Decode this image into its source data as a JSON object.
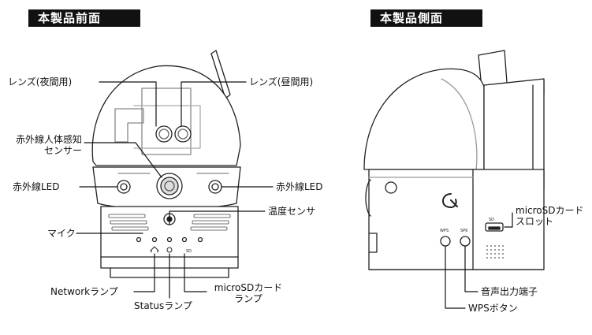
{
  "front": {
    "title": "本製品前面",
    "labels": {
      "lens_night": "レンズ(夜間用)",
      "lens_day": "レンズ(昼間用)",
      "ir_sensor_line1": "赤外線人体感知",
      "ir_sensor_line2": "センサー",
      "ir_led_left": "赤外線LED",
      "ir_led_right": "赤外線LED",
      "temp_sensor": "温度センサ",
      "mic": "マイク",
      "network_lamp": "Networkランプ",
      "status_lamp": "Statusランプ",
      "sd_lamp_line1": "microSDカード",
      "sd_lamp_line2": "ランプ"
    },
    "panel_marks": {
      "sd": "SD"
    }
  },
  "side": {
    "title": "本製品側面",
    "labels": {
      "sd_slot_line1": "microSDカード",
      "sd_slot_line2": "スロット",
      "speaker_terminal": "音声出力端子",
      "wps_button": "WPSボタン"
    },
    "panel_marks": {
      "wps": "WPS",
      "spk": "SPK",
      "sd": "SD"
    }
  }
}
